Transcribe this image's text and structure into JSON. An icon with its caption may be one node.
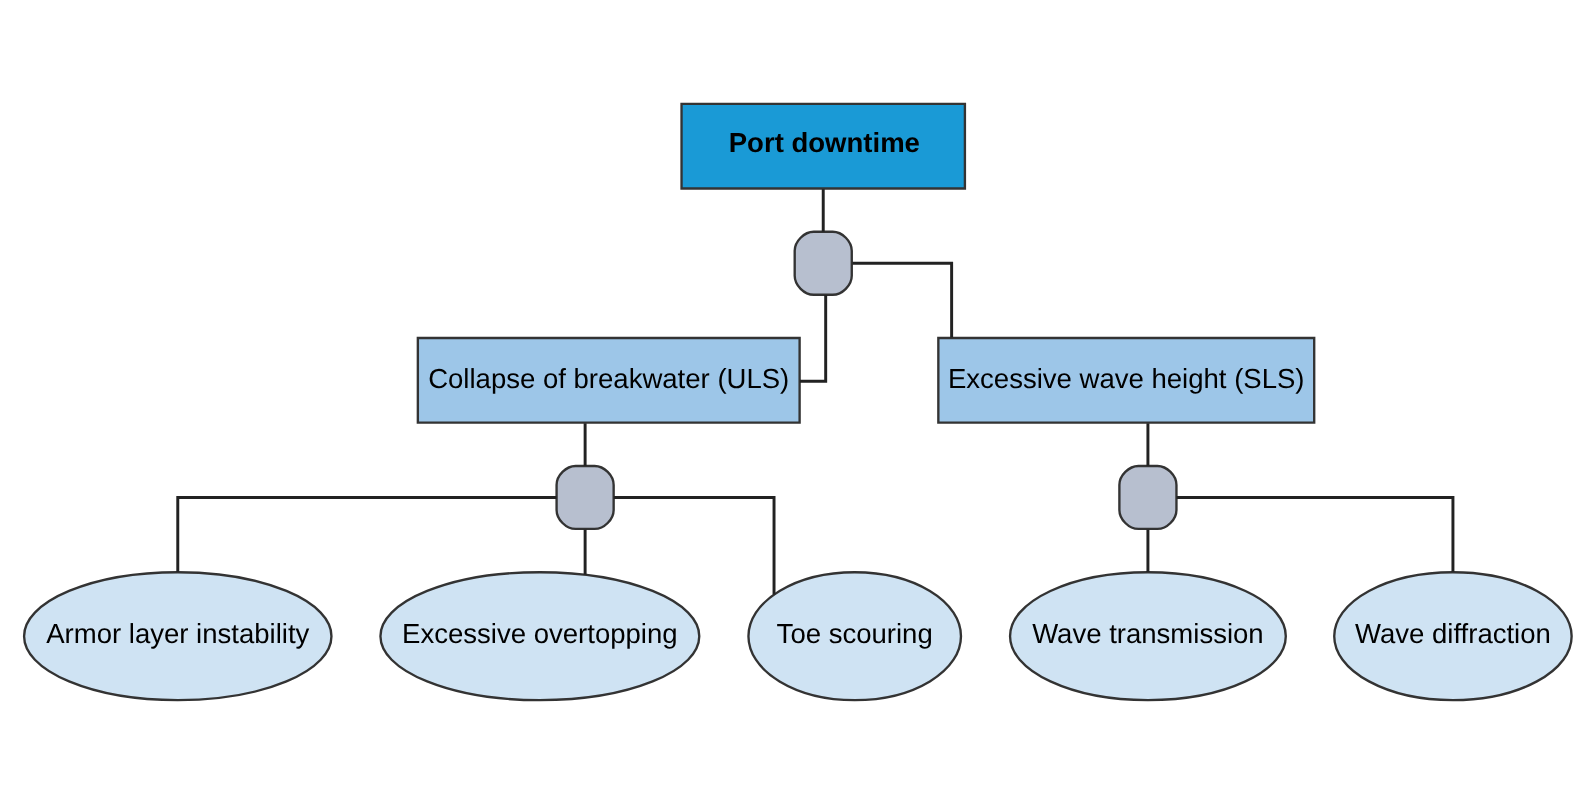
{
  "diagram": {
    "nodes": [
      {
        "text": [
          "Port downtime"
        ]
      },
      {
        "text": [],
        "shape": "gate"
      },
      {
        "text": [
          "Collapse of breakwater (ULS)"
        ]
      },
      {
        "text": [
          "Excessive wave height (SLS)"
        ]
      },
      {
        "text": [],
        "shape": "gate"
      },
      {
        "text": [],
        "shape": "gate"
      },
      {
        "text": [
          "Armor layer instability"
        ]
      },
      {
        "text": [
          "Excessive overtopping"
        ]
      },
      {
        "text": [
          "Toe scouring"
        ]
      },
      {
        "text": [
          "Wave transmission"
        ]
      },
      {
        "text": [
          "Wave diffraction"
        ]
      }
    ],
    "edges": [
      {
        "from": 0,
        "to": 1,
        "arrow": "none"
      },
      {
        "from": 1,
        "to": 2,
        "arrow": "none"
      },
      {
        "from": 1,
        "to": 3,
        "arrow": "none"
      },
      {
        "from": 2,
        "to": 4,
        "arrow": "none"
      },
      {
        "from": 3,
        "to": 5,
        "arrow": "none"
      },
      {
        "from": 4,
        "to": 6,
        "arrow": "none"
      },
      {
        "from": 4,
        "to": 7,
        "arrow": "none"
      },
      {
        "from": 4,
        "to": 8,
        "arrow": "none"
      },
      {
        "from": 5,
        "to": 9,
        "arrow": "none"
      },
      {
        "from": 5,
        "to": 10,
        "arrow": "none"
      }
    ]
  }
}
